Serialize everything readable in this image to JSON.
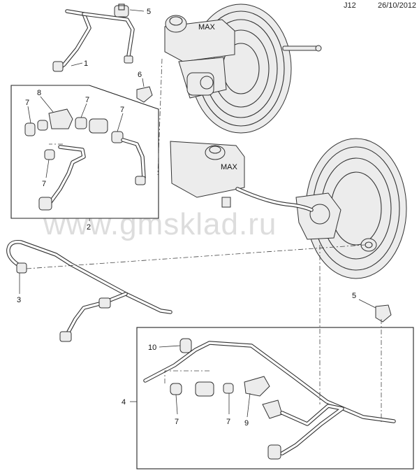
{
  "header": {
    "code": "J12",
    "date": "26/10/2012"
  },
  "watermark": "www.gmsklad.ru",
  "callouts": {
    "c1": "1",
    "c2": "2",
    "c3": "3",
    "c4": "4",
    "c5a": "5",
    "c5b": "5",
    "c6": "6",
    "c7a": "7",
    "c7b": "7",
    "c7c": "7",
    "c7d": "7",
    "c7e": "7",
    "c7f": "7",
    "c8": "8",
    "c9": "9",
    "c10": "10"
  },
  "labels": {
    "reservoir_text": "MAX"
  }
}
